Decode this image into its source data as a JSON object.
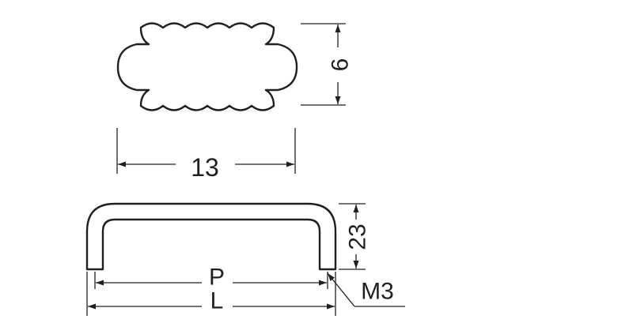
{
  "drawing": {
    "top_view": {
      "width_label": "13",
      "height_label": "6"
    },
    "front_view": {
      "height_label": "23",
      "pitch_label": "P",
      "length_label": "L",
      "thread_label": "M3"
    }
  },
  "colors": {
    "line": "#231f20",
    "background": "#ffffff"
  }
}
